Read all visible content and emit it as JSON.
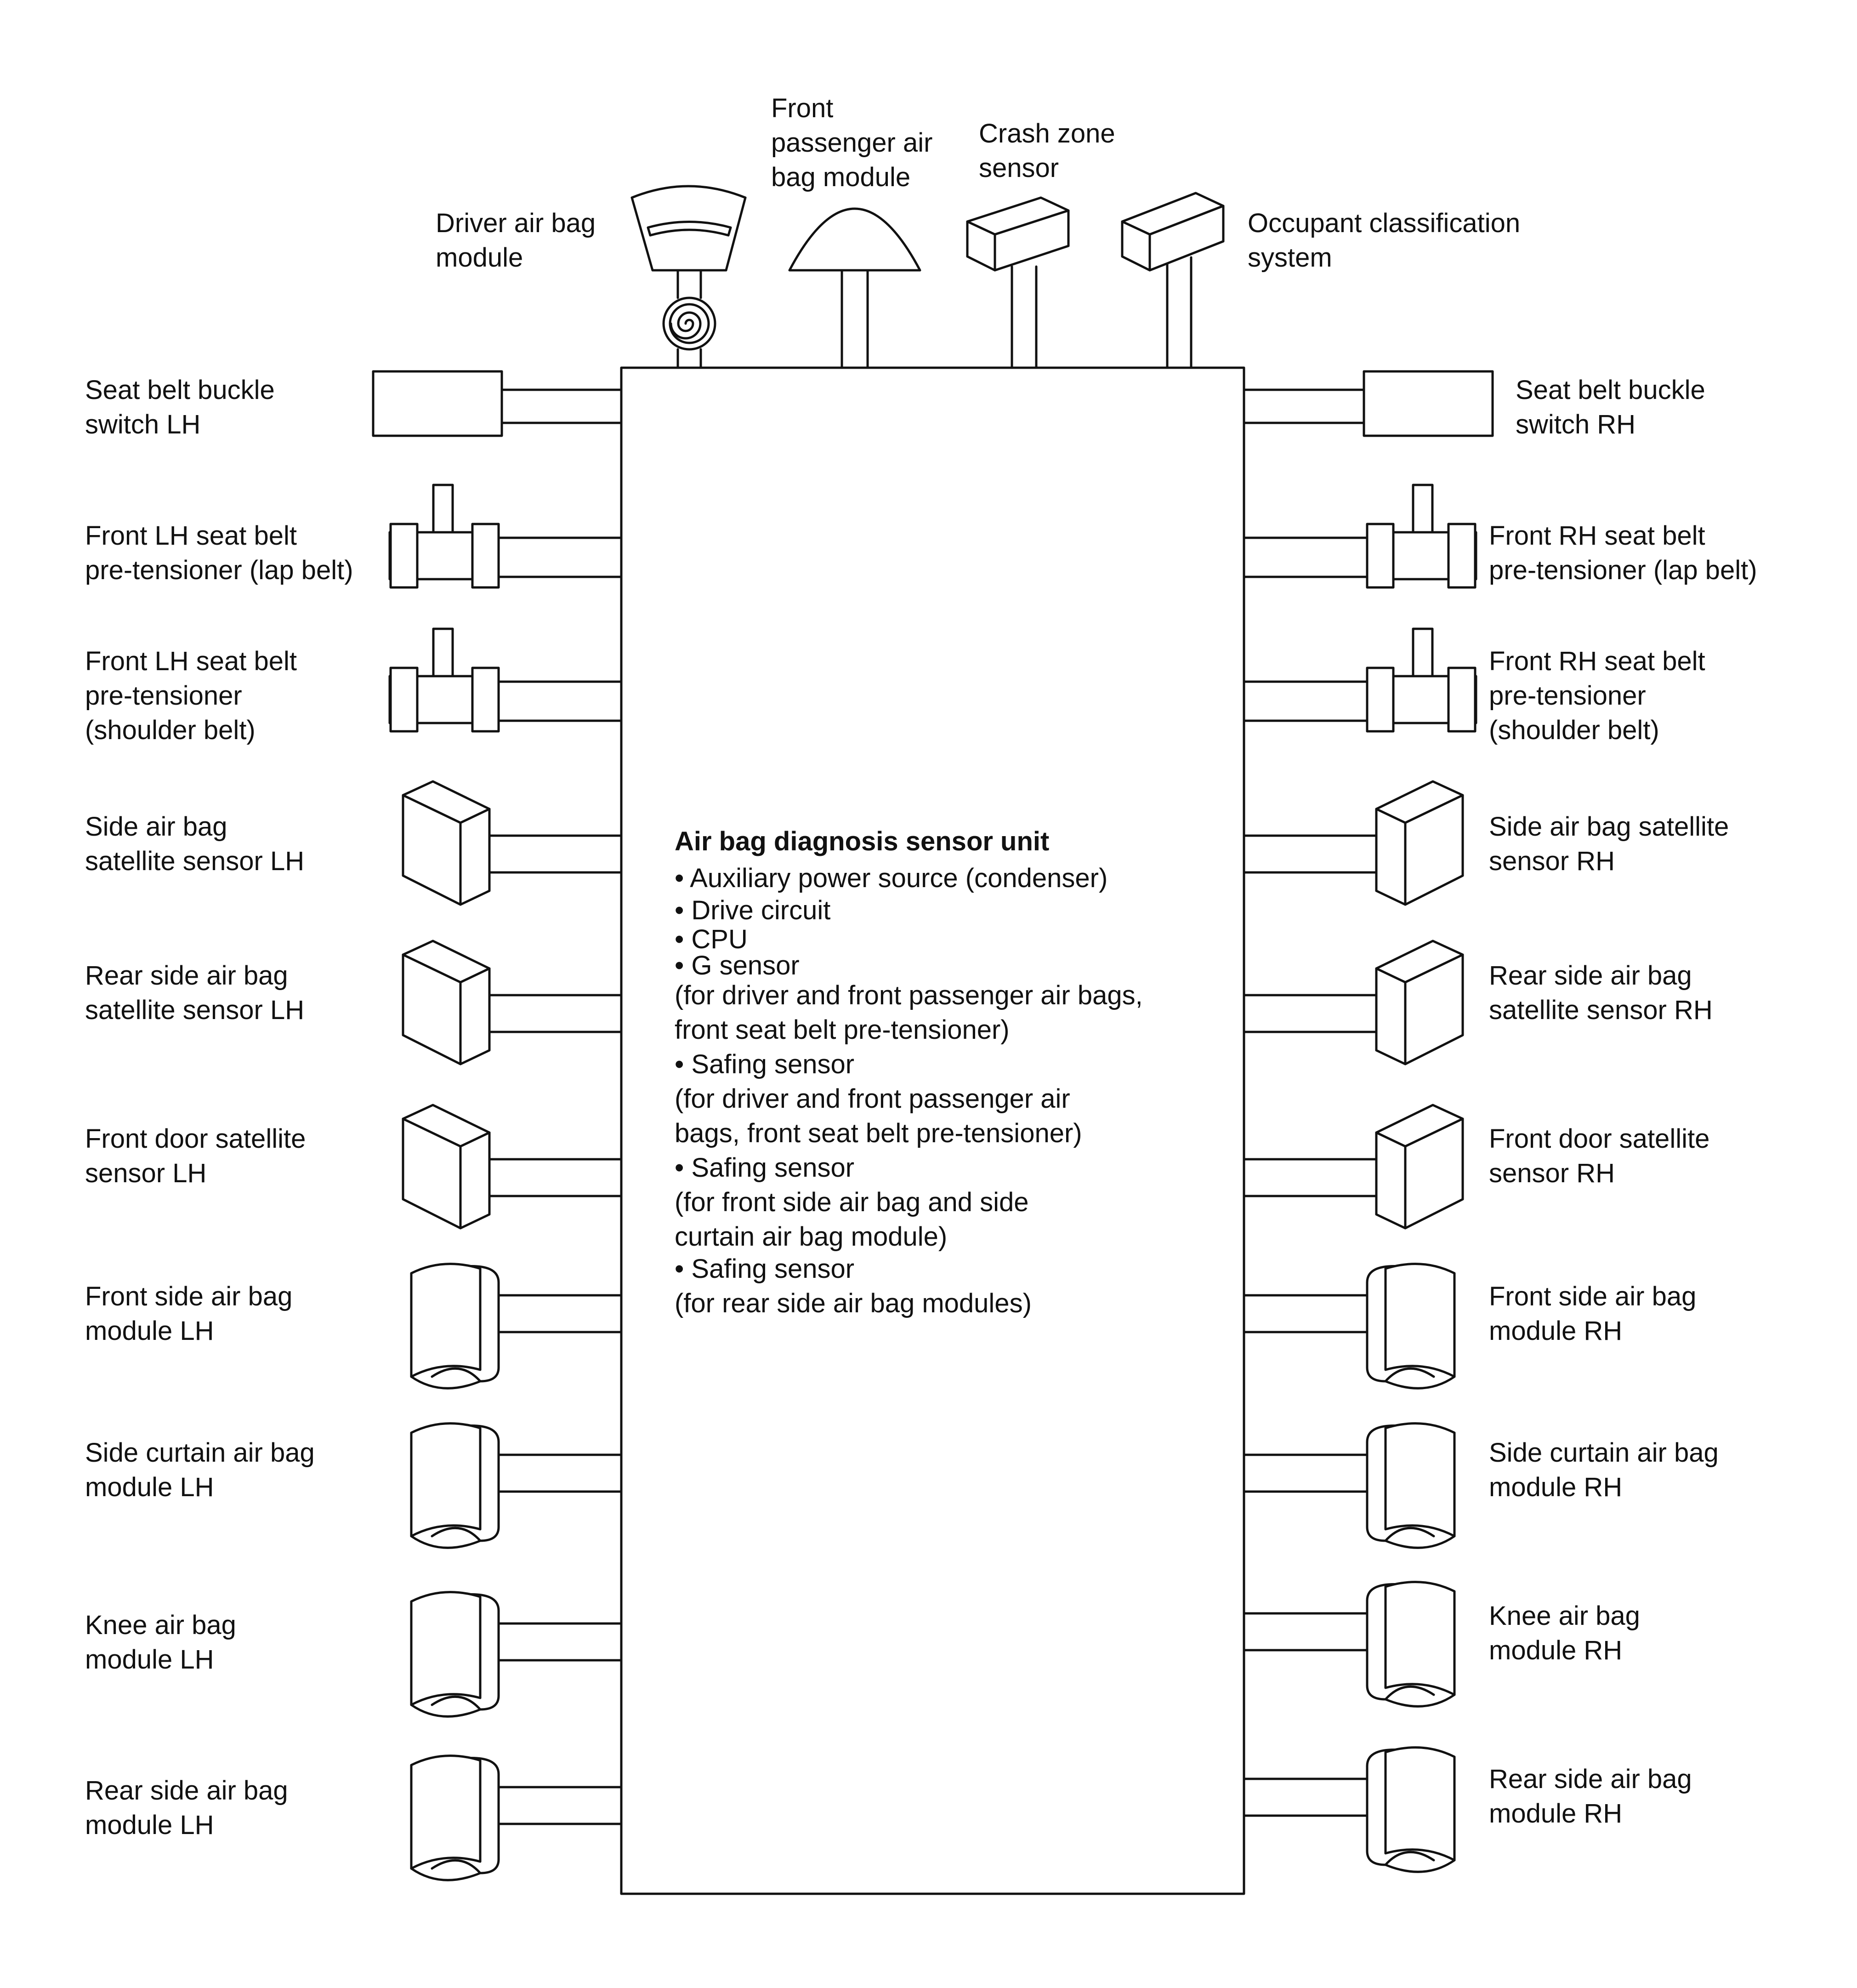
{
  "top": {
    "driver_airbag": [
      "Driver air bag",
      "module"
    ],
    "front_passenger_airbag": [
      "Front",
      "passenger air",
      "bag module"
    ],
    "crash_zone": [
      "Crash zone",
      "sensor"
    ],
    "occupant_classification": [
      "Occupant classification",
      "system"
    ]
  },
  "left": [
    [
      "Seat belt buckle",
      "switch LH"
    ],
    [
      "Front LH seat belt",
      "pre-tensioner (lap belt)"
    ],
    [
      "Front LH seat belt",
      "pre-tensioner",
      "(shoulder belt)"
    ],
    [
      "Side air bag",
      "satellite sensor LH"
    ],
    [
      "Rear side air bag",
      "satellite sensor LH"
    ],
    [
      "Front door satellite",
      "sensor LH"
    ],
    [
      "Front side air bag",
      "module LH"
    ],
    [
      "Side curtain air bag",
      "module LH"
    ],
    [
      "Knee air bag",
      "module LH"
    ],
    [
      "Rear side air bag",
      "module LH"
    ]
  ],
  "right": [
    [
      "Seat belt buckle",
      "switch RH"
    ],
    [
      "Front RH seat belt",
      "pre-tensioner (lap belt)"
    ],
    [
      "Front RH seat belt",
      "pre-tensioner",
      "(shoulder belt)"
    ],
    [
      "Side air bag satellite",
      "sensor RH"
    ],
    [
      "Rear side air bag",
      "satellite sensor RH"
    ],
    [
      "Front door satellite",
      "sensor RH"
    ],
    [
      "Front side air bag",
      "module RH"
    ],
    [
      "Side curtain air bag",
      "module RH"
    ],
    [
      "Knee air bag",
      "module RH"
    ],
    [
      "Rear side air bag",
      "module RH"
    ]
  ],
  "unit": {
    "title": "Air bag diagnosis sensor unit",
    "lines": [
      "• Auxiliary power source (condenser)",
      "• Drive circuit",
      "• CPU",
      "• G sensor",
      "(for driver and front passenger air bags,",
      "front seat belt pre-tensioner)",
      "• Safing sensor",
      "(for driver and front passenger air",
      "bags, front seat belt pre-tensioner)",
      "• Safing sensor",
      "(for front side air bag and side",
      "curtain air bag module)",
      "• Safing sensor",
      "(for rear side air bag modules)"
    ]
  }
}
